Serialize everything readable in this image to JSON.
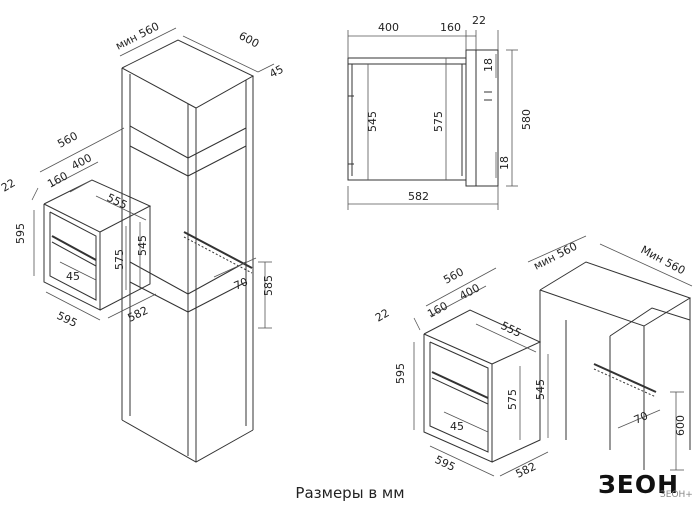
{
  "caption": "Размеры в мм",
  "logo": {
    "text": "ЗЕОН",
    "subtext": "ЗЕОН+",
    "accent": "#2ea043"
  },
  "colors": {
    "line": "#333333",
    "dim": "#444444"
  },
  "views": {
    "tall_cabinet": {
      "cabinet_dims": [
        "мин 560",
        "600",
        "45",
        "70",
        "585"
      ],
      "oven_dims": [
        "560",
        "400",
        "160",
        "22",
        "555",
        "595",
        "575",
        "545",
        "45",
        "595",
        "582"
      ]
    },
    "side_section": {
      "dims": [
        "400",
        "160",
        "22",
        "18",
        "545",
        "575",
        "580",
        "18",
        "582"
      ]
    },
    "under_counter": {
      "cabinet_dims": [
        "мин 560",
        "Мин 560",
        "70",
        "600"
      ],
      "oven_dims": [
        "560",
        "400",
        "160",
        "22",
        "555",
        "595",
        "575",
        "545",
        "45",
        "595",
        "582"
      ]
    }
  }
}
